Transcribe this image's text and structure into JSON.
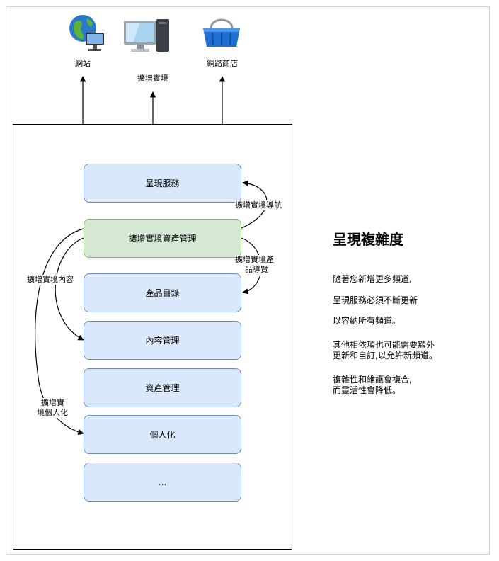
{
  "channels": [
    {
      "label": "網站",
      "icon": "globe-monitor-icon"
    },
    {
      "label": "擴增實境",
      "icon": "monitor-tower-icon"
    },
    {
      "label": "網路商店",
      "icon": "shopping-basket-icon"
    }
  ],
  "stack": {
    "presentation": "呈現服務",
    "ar_asset": "擴增實境資產管理",
    "catalog": "產品目錄",
    "content": "內容管理",
    "asset": "資產管理",
    "personalization": "個人化",
    "more": "..."
  },
  "edges": {
    "ar_nav": "擴增實境導航",
    "ar_product_line1": "擴增實境產",
    "ar_product_line2": "品導覽",
    "ar_content": "擴增實境內容",
    "ar_personal_line1": "擴增實",
    "ar_personal_line2": "境個人化"
  },
  "side": {
    "title": "呈現複雜度",
    "p1": "隨著您新增更多頻道,",
    "p2": "呈現服務必須不斷更新",
    "p3": "以容納所有頻道。",
    "p4a": "其他相依項也可能需要額外",
    "p4b": "更新和自訂,以允許新頻道。",
    "p5a": "複雜性和維護會複合,",
    "p5b": "而靈活性會降低。"
  },
  "colors": {
    "blue_fill": "#dae8fc",
    "blue_stroke": "#6c8ebf",
    "green_fill": "#d5e8d4",
    "green_stroke": "#82b366"
  }
}
